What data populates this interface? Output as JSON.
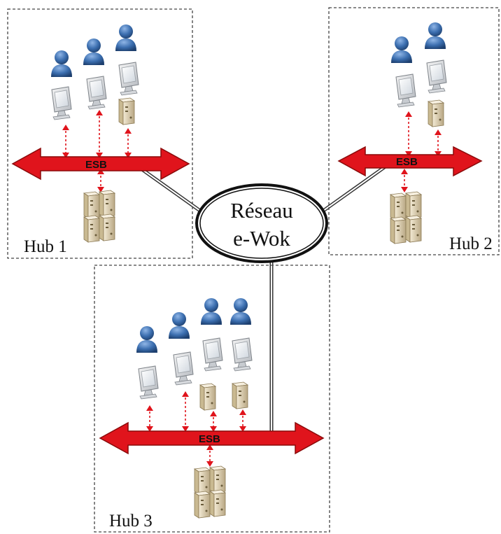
{
  "network": {
    "line1": "Réseau",
    "line2": "e-Wok"
  },
  "hubs": [
    {
      "label": "Hub 1",
      "bus_label": "ESB"
    },
    {
      "label": "Hub 2",
      "bus_label": "ESB"
    },
    {
      "label": "Hub 3",
      "bus_label": "ESB"
    }
  ],
  "colors": {
    "bus": "#e0141c",
    "bus_stroke": "#8a0a0a",
    "link_arrow": "#e0141c",
    "user": "#3c6fb0",
    "frame": "#444444"
  },
  "icons": [
    "user-icon",
    "monitor-icon",
    "server-icon",
    "server-rack-icon"
  ]
}
